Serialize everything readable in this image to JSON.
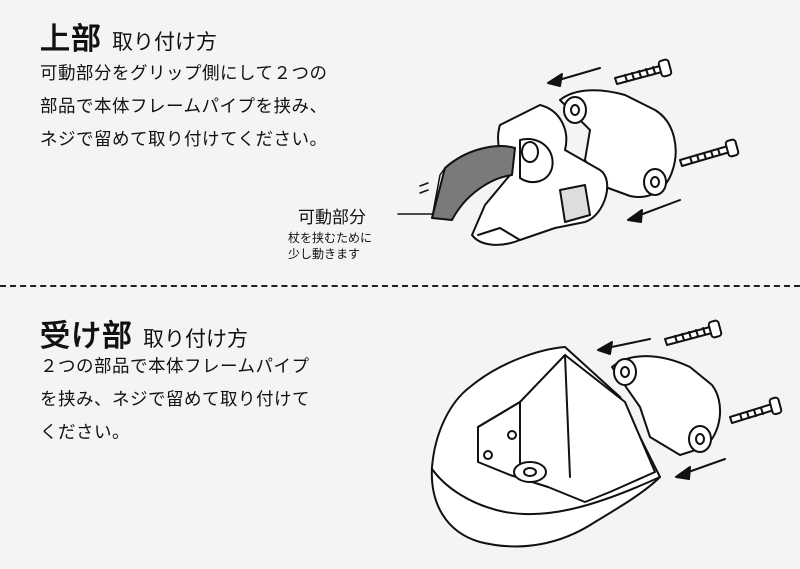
{
  "upper": {
    "title": "上部",
    "subtitle": "取り付け方",
    "lines": [
      "可動部分をグリップ側にして２つの",
      "部品で本体フレームパイプを挟み、",
      "ネジで留めて取り付けてください。"
    ],
    "callout_label": "可動部分",
    "callout_note": [
      "杖を挟むために",
      "少し動きます"
    ]
  },
  "lower": {
    "title": "受け部",
    "subtitle": "取り付け方",
    "lines": [
      "２つの部品で本体フレームパイプ",
      "を挟み、ネジで留めて取り付けて",
      "ください。"
    ]
  }
}
